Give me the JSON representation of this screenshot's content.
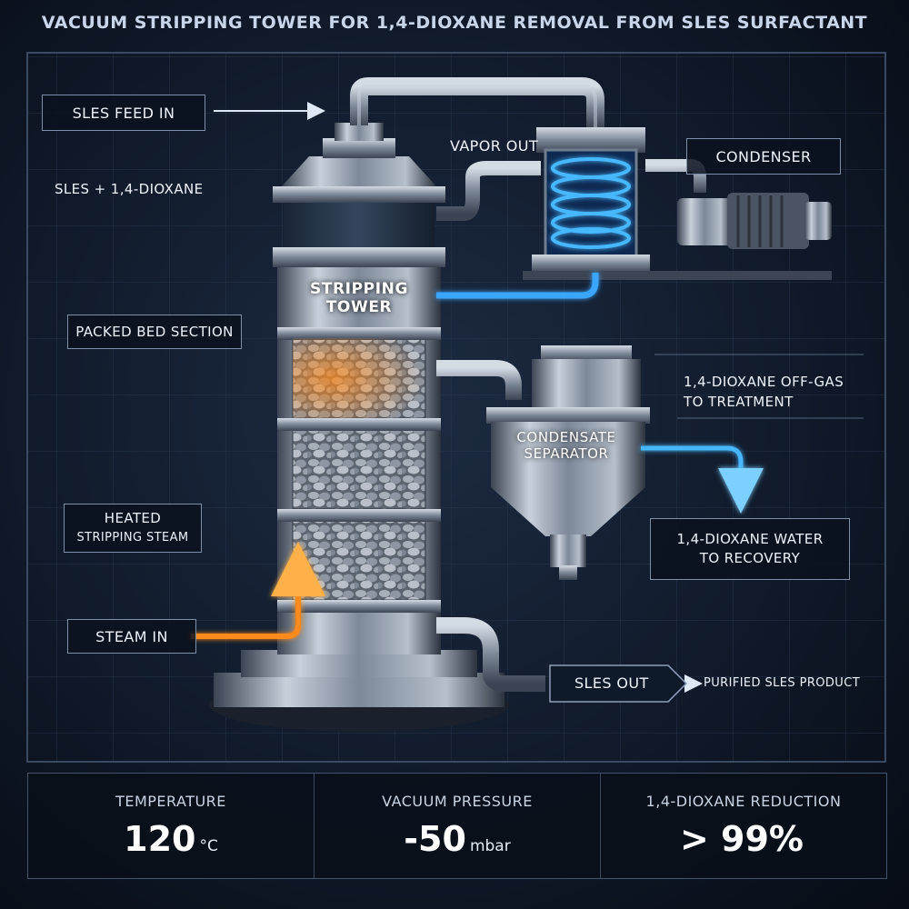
{
  "title": "VACUUM STRIPPING TOWER FOR 1,4-DIOXANE REMOVAL FROM SLES SURFACTANT",
  "labels": {
    "sles_feed_in": "SLES FEED IN",
    "feed_mix": "SLES + 1,4-DIOXANE",
    "vapor_out": "VAPOR OUT",
    "condenser": "CONDENSER",
    "tower_line1": "STRIPPING",
    "tower_line2": "TOWER",
    "packed_bed": "PACKED BED SECTION",
    "offgas_line1": "1,4-DIOXANE OFF-GAS",
    "offgas_line2": "TO TREATMENT",
    "separator_line1": "CONDENSATE",
    "separator_line2": "SEPARATOR",
    "heated_line1": "HEATED",
    "heated_line2": "STRIPPING STEAM",
    "water_line1": "1,4-DIOXANE WATER",
    "water_line2": "TO RECOVERY",
    "steam_in": "STEAM IN",
    "sles_out": "SLES OUT",
    "purified": "PURIFIED SLES PRODUCT"
  },
  "stats": [
    {
      "label": "TEMPERATURE",
      "value": "120",
      "unit": "°C"
    },
    {
      "label": "VACUUM PRESSURE",
      "value": "-50",
      "unit": "mbar"
    },
    {
      "label": "1,4-DIOXANE REDUCTION",
      "value": "> 99%",
      "unit": ""
    }
  ],
  "colors": {
    "steam_orange": "#ff8a1c",
    "flow_blue": "#35a7ff",
    "steel": "#9aa6b5",
    "background": "#101a2a"
  }
}
